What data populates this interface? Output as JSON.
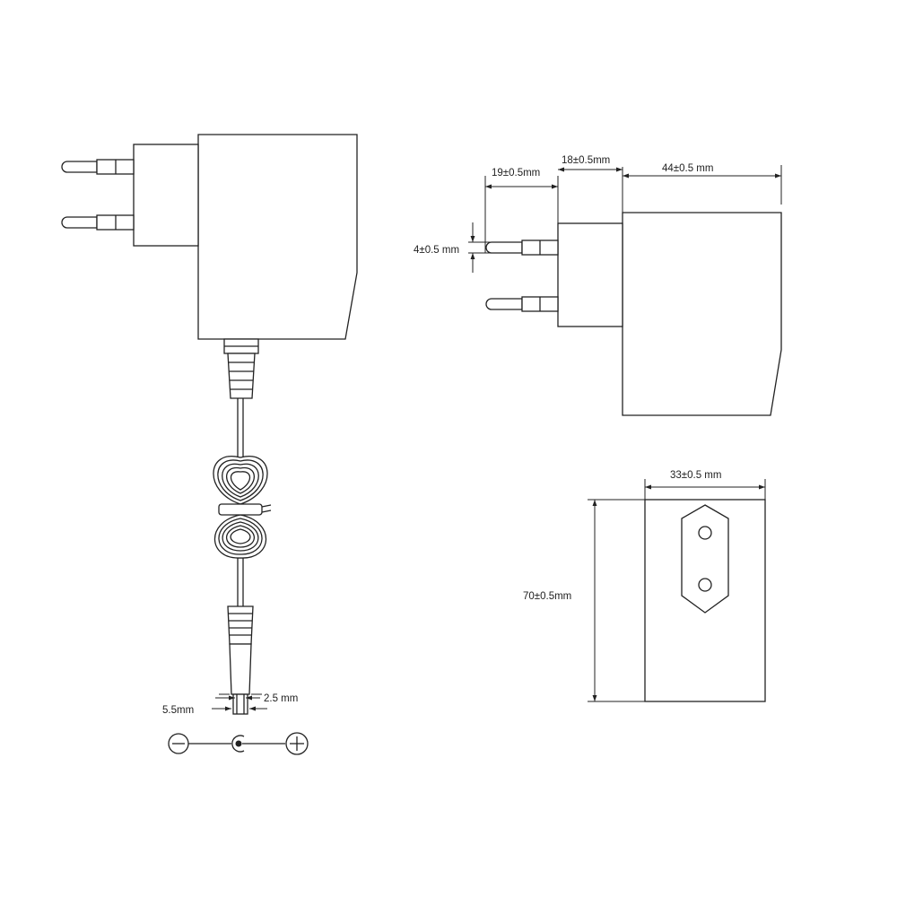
{
  "labels": {
    "pin_diameter": "4±0.5  mm",
    "pin_length": "19±0.5mm",
    "plug_base_depth": "18±0.5mm",
    "body_depth": "44±0.5 mm",
    "width": "33±0.5 mm",
    "height": "70±0.5mm",
    "outer_diameter": "5.5mm",
    "inner_diameter": "2.5 mm"
  },
  "polarity": {
    "negative": "−",
    "positive": "+"
  }
}
